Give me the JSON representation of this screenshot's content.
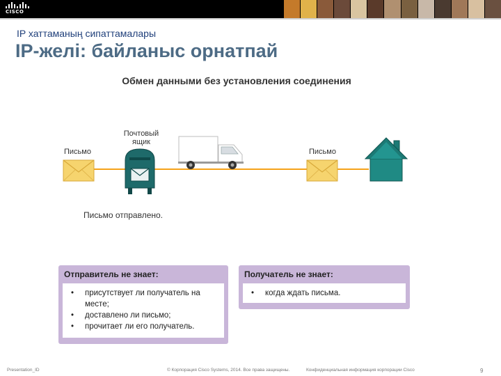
{
  "header": {
    "logo_text": "CISCO",
    "subtitle": "IP хаттаманың сипаттамалары",
    "title": "IP-желі: байланыс орнатпай"
  },
  "diagram": {
    "title": "Обмен данными без установления соединения",
    "letter_left_label": "Письмо",
    "mailbox_label_line1": "Почтовый",
    "mailbox_label_line2": "ящик",
    "letter_right_label": "Письмо",
    "sent_label": "Письмо отправлено.",
    "colors": {
      "envelope": "#f6d46e",
      "mailbox": "#1e6a6a",
      "house": "#1c7a75",
      "arrow": "#f5a21a",
      "box_header": "#c9b6d9"
    }
  },
  "sender_box": {
    "heading": "Отправитель не знает:",
    "items": [
      "присутствует ли получатель на месте;",
      "доставлено ли письмо;",
      "прочитает ли его получатель."
    ]
  },
  "receiver_box": {
    "heading": "Получатель не знает:",
    "items": [
      "когда ждать письма."
    ]
  },
  "footer": {
    "left": "Presentation_ID",
    "center": "© Корпорация Cisco Systems, 2014. Все права защищены.",
    "confidential": "Конфиденциальная информация корпорации Cisco",
    "page": "9"
  }
}
